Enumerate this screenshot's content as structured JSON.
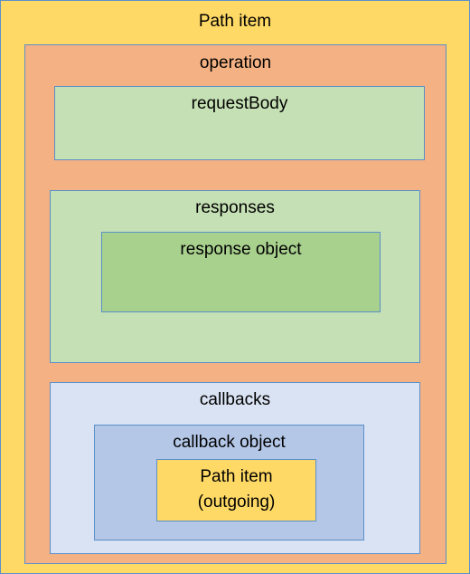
{
  "diagram": {
    "path_item": {
      "label": "Path item",
      "color": "#ffd966"
    },
    "operation": {
      "label": "operation",
      "color": "#f4b183"
    },
    "request_body": {
      "label": "requestBody",
      "color": "#c5e0b4"
    },
    "responses": {
      "label": "responses",
      "color": "#c5e0b4"
    },
    "response_object": {
      "label": "response object",
      "color": "#a9d18e"
    },
    "callbacks": {
      "label": "callbacks",
      "color": "#dae3f3"
    },
    "callback_object": {
      "label": "callback object",
      "color": "#b4c7e7"
    },
    "path_item_outgoing": {
      "line1": "Path item",
      "line2": "(outgoing)",
      "color": "#ffd966"
    },
    "border_color": "#5b8fc9"
  }
}
